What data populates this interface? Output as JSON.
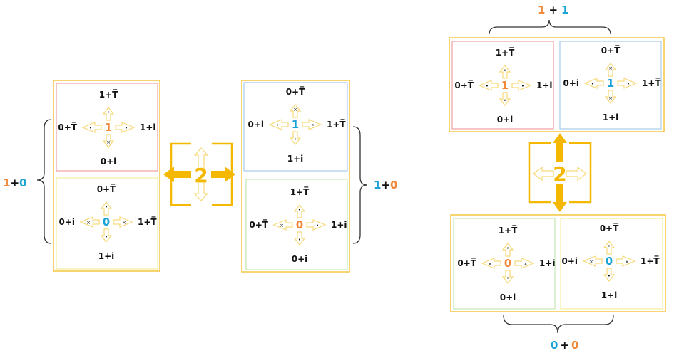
{
  "colors": {
    "orange": "#f08a3a",
    "blue": "#1ba3d6",
    "gold": "#f5b800",
    "gold_light": "#f7d97a",
    "red_border": "#f0a0a0",
    "blue_border": "#a8cce8",
    "green_border": "#c6e6b2",
    "yellow_border": "#f3ec9c",
    "black": "#111111"
  },
  "symbols": {
    "dot": "•",
    "cross": "×",
    "two": "2"
  },
  "sums": {
    "left": {
      "a": "1",
      "plus": "+",
      "b": "0"
    },
    "middle": {
      "a": "1",
      "plus": "+",
      "b": "0"
    },
    "top": {
      "a": "1",
      "plus": "+",
      "b": "1"
    },
    "bottom": {
      "a": "0",
      "plus": "+",
      "b": "0"
    }
  },
  "cells": {
    "left_top": {
      "center": "1",
      "top": "1+T̅",
      "left": "0+T̅",
      "right": "1+i",
      "bottom": "0+i"
    },
    "left_bottom": {
      "center": "0",
      "top": "0+T̅",
      "left": "0+i",
      "right": "1+T̅",
      "bottom": "1+i"
    },
    "mid_top": {
      "center": "1",
      "top": "0+T̅",
      "left": "0+i",
      "right": "1+T̅",
      "bottom": "1+i"
    },
    "mid_bottom": {
      "center": "0",
      "top": "1+T̅",
      "left": "0+T̅",
      "right": "1+i",
      "bottom": "0+i"
    },
    "tr_left": {
      "center": "1",
      "top": "1+T̅",
      "left": "0+T̅",
      "right": "1+i",
      "bottom": "0+i"
    },
    "tr_right": {
      "center": "1",
      "top": "0+T̅",
      "left": "0+i",
      "right": "1+T̅",
      "bottom": "1+i"
    },
    "br_left": {
      "center": "0",
      "top": "1+T̅",
      "left": "0+T̅",
      "right": "1+i",
      "bottom": "0+i"
    },
    "br_right": {
      "center": "0",
      "top": "0+T̅",
      "left": "0+i",
      "right": "1+T̅",
      "bottom": "1+i"
    }
  }
}
